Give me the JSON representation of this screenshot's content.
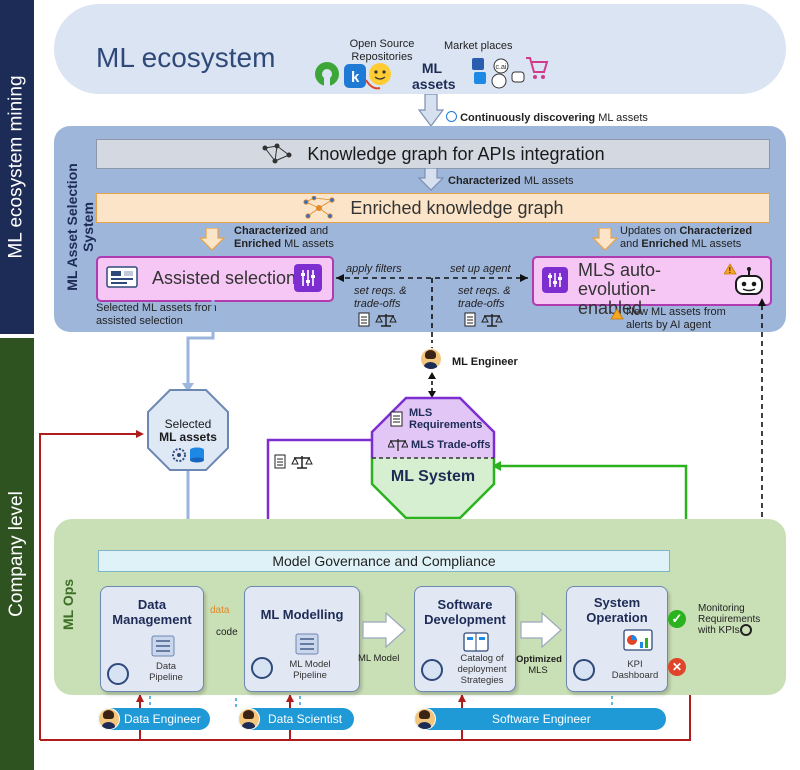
{
  "sidebar": {
    "top_label": "ML ecosystem mining",
    "bottom_label": "Company level"
  },
  "ecosystem": {
    "title": "ML ecosystem",
    "open_source_label": "Open Source Repositories",
    "market_label": "Market places",
    "assets_label": "ML assets",
    "discover_bold": "Continuously discovering",
    "discover_rest": " ML assets"
  },
  "selection_system": {
    "label": "ML Asset Selection System",
    "kg_title": "Knowledge graph for APIs integration",
    "characterized_bold": "Characterized",
    "characterized_rest": " ML assets",
    "ekg_title": "Enriched knowledge graph",
    "left_note_a": "Characterized",
    "left_note_b": " and",
    "left_note_c": "Enriched",
    "left_note_d": " ML assets",
    "right_note_a": "Updates on ",
    "right_note_b": "Characterized",
    "right_note_c": "and ",
    "right_note_d": "Enriched",
    "right_note_e": " ML assets",
    "assisted_selection": "Assisted selection",
    "mls_auto": "MLS auto-evolution-enabled",
    "apply_filters": "apply filters",
    "set_up_agent": "set up agent",
    "set_reqs_left": "set reqs. & trade-offs",
    "set_reqs_right": "set reqs. & trade-offs",
    "selected_from": "Selected ML assets from assisted selection",
    "new_assets": "New ML assets from alerts by AI agent"
  },
  "company": {
    "ml_engineer": "ML Engineer",
    "selected_assets_a": "Selected",
    "selected_assets_b": "ML assets",
    "mls_requirements": "MLS Requirements",
    "mls_tradeoffs": "MLS Trade-offs",
    "ml_system": "ML System"
  },
  "ops": {
    "label": "ML Ops",
    "governance": "Model Governance and Compliance",
    "data_management": "Data Management",
    "data_pipeline": "Data Pipeline",
    "ml_modelling": "ML Modelling",
    "ml_model_pipeline": "ML Model Pipeline",
    "software_development": "Software Development",
    "catalog": "Catalog of deployment Strategies",
    "system_operation": "System Operation",
    "kpi_dashboard": "KPI Dashboard",
    "data": "data",
    "code": "code",
    "ml_model": "ML Model",
    "optimized": "Optimized",
    "mls": "MLS",
    "monitoring": "Monitoring Requirements with KPIs"
  },
  "roles": {
    "data_engineer": "Data Engineer",
    "data_scientist": "Data Scientist",
    "software_engineer": "Software Engineer"
  },
  "colors": {
    "navy": "#1d2b57",
    "green_dark": "#2f5320",
    "purple": "#7d2ed1",
    "red": "#b01c1c",
    "green": "#2bb31f",
    "blue_line": "#9bb6dd"
  }
}
